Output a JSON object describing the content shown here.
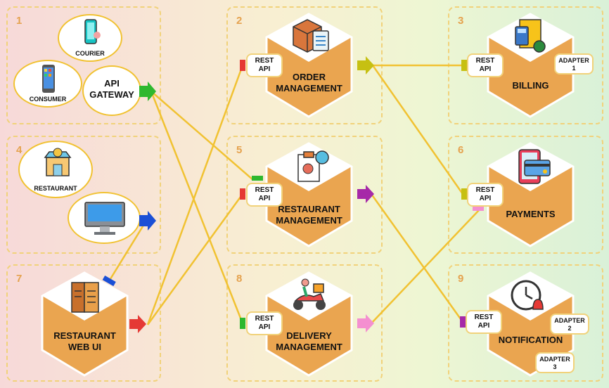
{
  "colors": {
    "connector": "#f1c232",
    "hex_fill": "#eaa550",
    "hex_top": "#ffffff",
    "panel_border": "#f1d27a",
    "number": "#e5a24e"
  },
  "panels": [
    {
      "num": "1"
    },
    {
      "num": "2"
    },
    {
      "num": "3"
    },
    {
      "num": "4"
    },
    {
      "num": "5"
    },
    {
      "num": "6"
    },
    {
      "num": "7"
    },
    {
      "num": "8"
    },
    {
      "num": "9"
    }
  ],
  "services": {
    "order": "ORDER\nMANAGEMENT",
    "billing": "BILLING",
    "restaurant": "RESTAURANT\nMANAGEMENT",
    "payments": "PAYMENTS",
    "webui": "RESTAURANT\nWEB UI",
    "delivery": "DELIVERY\nMANAGEMENT",
    "notification": "NOTIFICATION"
  },
  "rest_api": "REST\nAPI",
  "adapters": {
    "a1": "ADAPTER\n1",
    "a2": "ADAPTER\n2",
    "a3": "ADAPTER\n3"
  },
  "clients": {
    "courier": "COURIER",
    "consumer": "CONSUMER",
    "gateway": "API\nGATEWAY",
    "restaurant": "RESTAURANT"
  },
  "icons": [
    "phone-icon",
    "mobile-icon",
    "box-icon",
    "bill-icon",
    "restaurant-icon",
    "monitor-icon",
    "chef-clipboard-icon",
    "card-phone-icon",
    "menu-icon",
    "scooter-icon",
    "clock-icon"
  ]
}
